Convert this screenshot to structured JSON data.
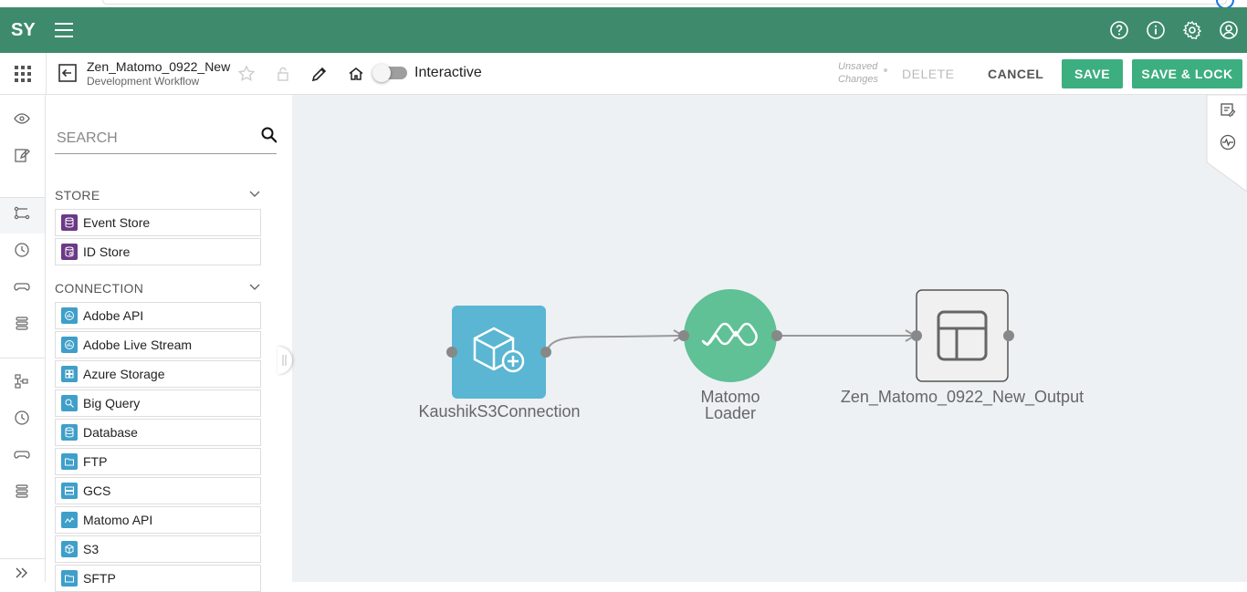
{
  "app": {
    "logo_text": "SY"
  },
  "header": {
    "icons": [
      "help-icon",
      "info-icon",
      "settings-icon",
      "user-account-icon"
    ],
    "brand_color": "#3d8b6c"
  },
  "toolbar": {
    "workflow_name": "Zen_Matomo_0922_New",
    "workflow_type": "Development Workflow",
    "interactive_label": "Interactive",
    "interactive_on": false,
    "unsaved_line1": "Unsaved",
    "unsaved_line2": "Changes",
    "delete_label": "DELETE",
    "cancel_label": "CANCEL",
    "save_label": "SAVE",
    "save_lock_label": "SAVE & LOCK",
    "accent_color": "#3dae7f"
  },
  "sidebar": {
    "search_placeholder": "SEARCH",
    "sections": [
      {
        "title": "STORE",
        "items": [
          "Event Store",
          "ID Store"
        ]
      },
      {
        "title": "CONNECTION",
        "items": [
          "Adobe API",
          "Adobe Live Stream",
          "Azure Storage",
          "Big Query",
          "Database",
          "FTP",
          "GCS",
          "Matomo API",
          "S3",
          "SFTP"
        ]
      }
    ],
    "store_color": "#6b3a87",
    "connection_color": "#3f9fc9"
  },
  "canvas": {
    "nodes": [
      {
        "label": "KaushikS3Connection",
        "type": "connection",
        "color": "#5ab6d2"
      },
      {
        "label_line1": "Matomo",
        "label_line2": "Loader",
        "type": "loader",
        "color": "#60c096"
      },
      {
        "label": "Zen_Matomo_0922_New_Output",
        "type": "output",
        "color": "#f0f0f0"
      }
    ]
  }
}
